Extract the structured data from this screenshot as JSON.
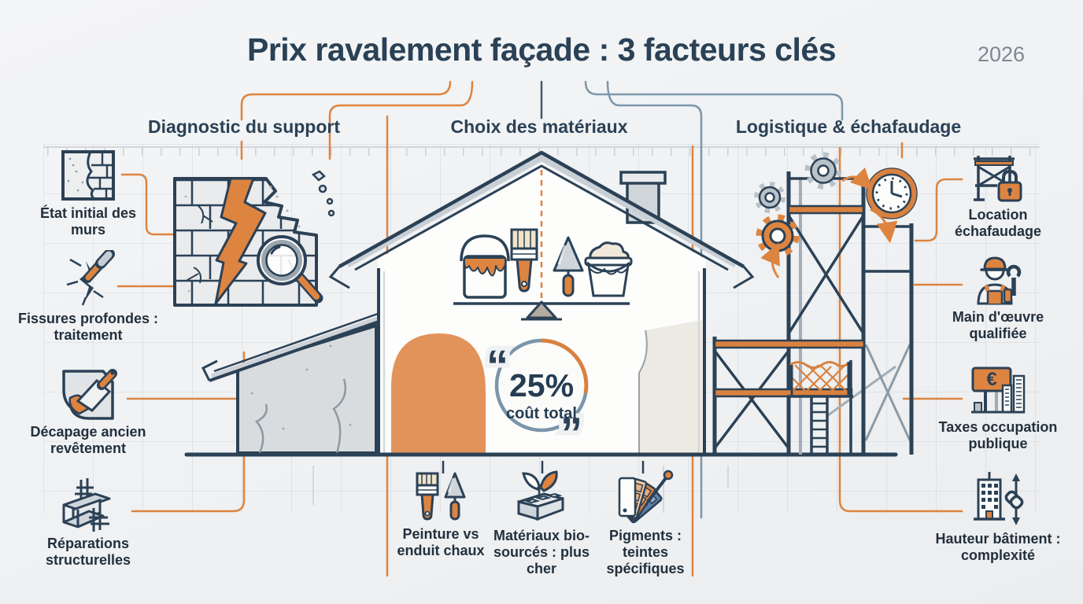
{
  "header": {
    "title": "Prix ravalement façade : 3 facteurs clés",
    "year": "2026"
  },
  "sections": [
    {
      "id": "diagnostic",
      "label": "Diagnostic du support"
    },
    {
      "id": "materiaux",
      "label": "Choix des matériaux"
    },
    {
      "id": "logistique",
      "label": "Logistique & échafaudage"
    }
  ],
  "left_items": [
    {
      "icon": "cracked-wall-icon",
      "label": "État initial des murs"
    },
    {
      "icon": "crack-injection-icon",
      "label": "Fissures profondes : traitement"
    },
    {
      "icon": "scraper-icon",
      "label": "Décapage ancien revêtement"
    },
    {
      "icon": "steel-beam-icon",
      "label": "Réparations structurelles"
    }
  ],
  "bottom_items": [
    {
      "icon": "paintbrush-trowel-icon",
      "label": "Peinture vs enduit chaux"
    },
    {
      "icon": "bio-brick-icon",
      "label": "Matériaux bio-sourcés : plus cher"
    },
    {
      "icon": "pigment-swatches-icon",
      "label": "Pigments : teintes spécifiques"
    }
  ],
  "right_items": [
    {
      "icon": "scaffold-lock-icon",
      "label": "Location échafaudage"
    },
    {
      "icon": "worker-icon",
      "label": "Main d'œuvre qualifiée"
    },
    {
      "icon": "euro-sign-icon",
      "label": "Taxes occupation publique"
    },
    {
      "icon": "building-height-icon",
      "label": "Hauteur bâtiment : complexité"
    }
  ],
  "center_stat": {
    "value": "25%",
    "caption": "coût total",
    "quote_open": "“",
    "quote_close": "”"
  },
  "icons": {
    "euro_symbol": "€"
  },
  "colors": {
    "navy": "#2b4156",
    "orange": "#dd8440",
    "blue_gray": "#7d97ab",
    "background": "#f0f1f3"
  }
}
